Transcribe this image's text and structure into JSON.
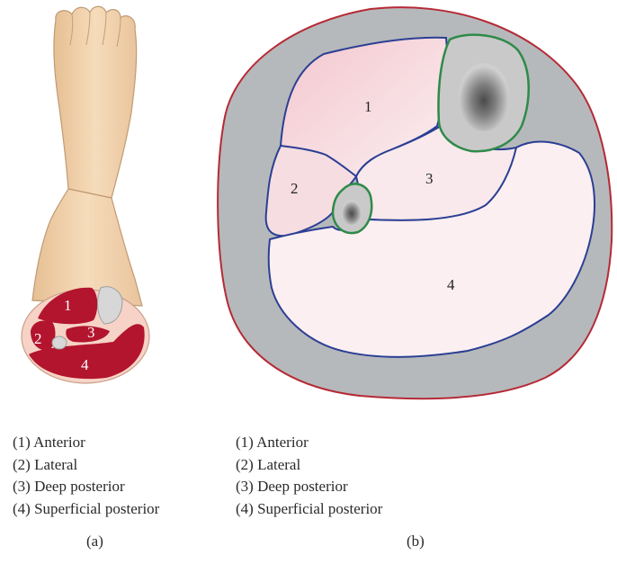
{
  "panel_a": {
    "labels": [
      "1",
      "2",
      "3",
      "4"
    ],
    "legend": [
      "(1) Anterior",
      "(2) Lateral",
      "(3) Deep posterior",
      "(4) Superficial posterior"
    ],
    "caption": "(a)"
  },
  "panel_b": {
    "labels": [
      "1",
      "2",
      "3",
      "4"
    ],
    "legend": [
      "(1) Anterior",
      "(2) Lateral",
      "(3) Deep posterior",
      "(4) Superficial posterior"
    ],
    "caption": "(b)"
  },
  "colors": {
    "skin": "#f2d2ab",
    "skin_outline": "#c09a74",
    "muscle_dark": "#b3142e",
    "muscle_light": "#f6dcdf",
    "fascia_ring": "#b6b9bb",
    "outer_border": "#b52a36",
    "compartment_line": "#2b3f94",
    "bone_outline": "#2f8a4a",
    "bone_fill": "#c9c9c9"
  }
}
